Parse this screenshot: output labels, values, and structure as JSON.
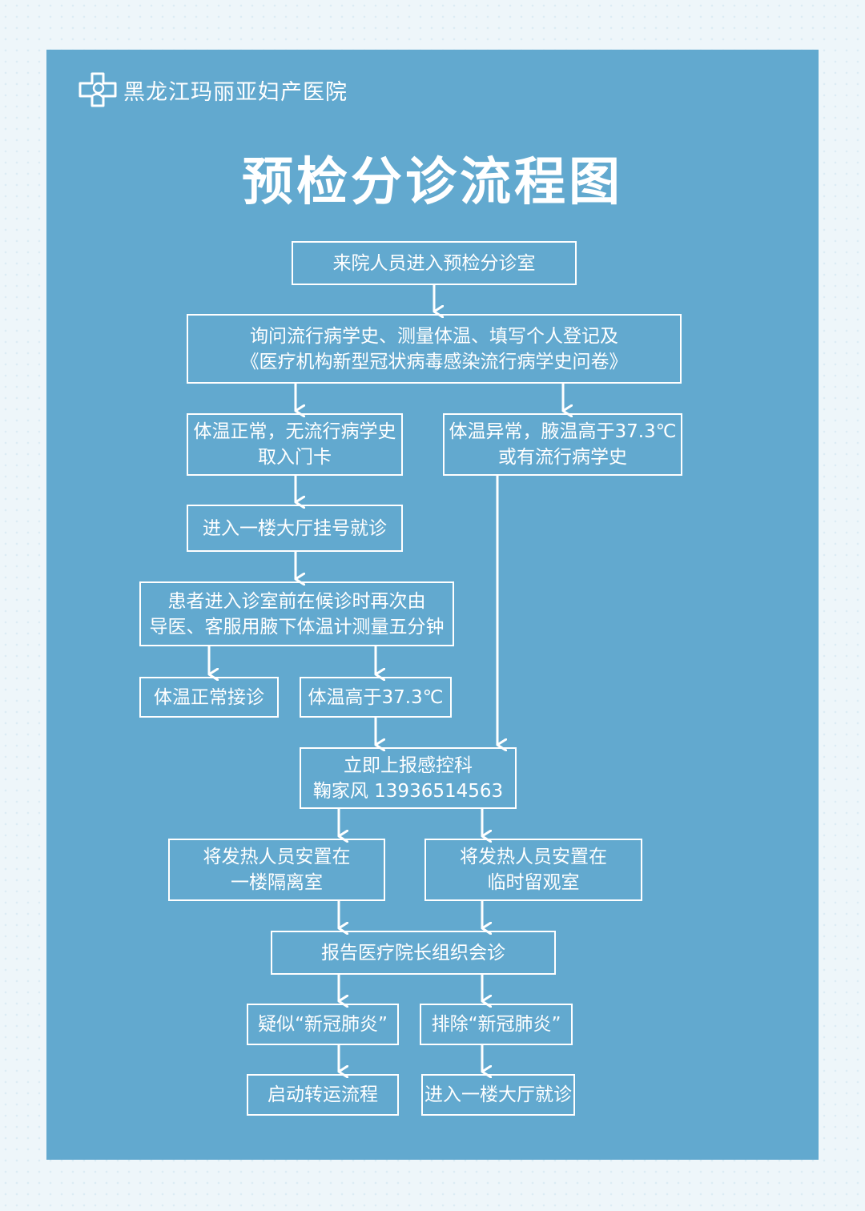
{
  "header": {
    "hospital_name": "黑龙江玛丽亚妇产医院",
    "title": "预检分诊流程图"
  },
  "colors": {
    "background": "#62a9cf",
    "line": "#ffffff"
  },
  "nodes": {
    "entry": {
      "l1": "来院人员进入预检分诊室"
    },
    "inquiry": {
      "l1": "询问流行病学史、测量体温、填写个人登记及",
      "l2": "《医疗机构新型冠状病毒感染流行病学史问卷》"
    },
    "normal": {
      "l1": "体温正常，无流行病学史",
      "l2": "取入门卡"
    },
    "abnormal": {
      "l1": "体温异常，腋温高于37.3℃",
      "l2": "或有流行病学史"
    },
    "register": {
      "l1": "进入一楼大厅挂号就诊"
    },
    "recheck": {
      "l1": "患者进入诊室前在候诊时再次由",
      "l2": "导医、客服用腋下体温计测量五分钟"
    },
    "normal_visit": {
      "l1": "体温正常接诊"
    },
    "high_temp": {
      "l1": "体温高于37.3℃"
    },
    "report": {
      "l1": "立即上报感控科",
      "l2": "鞠家风 13936514563"
    },
    "isolation": {
      "l1": "将发热人员安置在",
      "l2": "一楼隔离室"
    },
    "observation": {
      "l1": "将发热人员安置在",
      "l2": "临时留观室"
    },
    "consult": {
      "l1": "报告医疗院长组织会诊"
    },
    "suspect": {
      "l1": "疑似“新冠肺炎”"
    },
    "exclude": {
      "l1": "排除“新冠肺炎”"
    },
    "transfer": {
      "l1": "启动转运流程"
    },
    "hall_visit": {
      "l1": "进入一楼大厅就诊"
    }
  }
}
